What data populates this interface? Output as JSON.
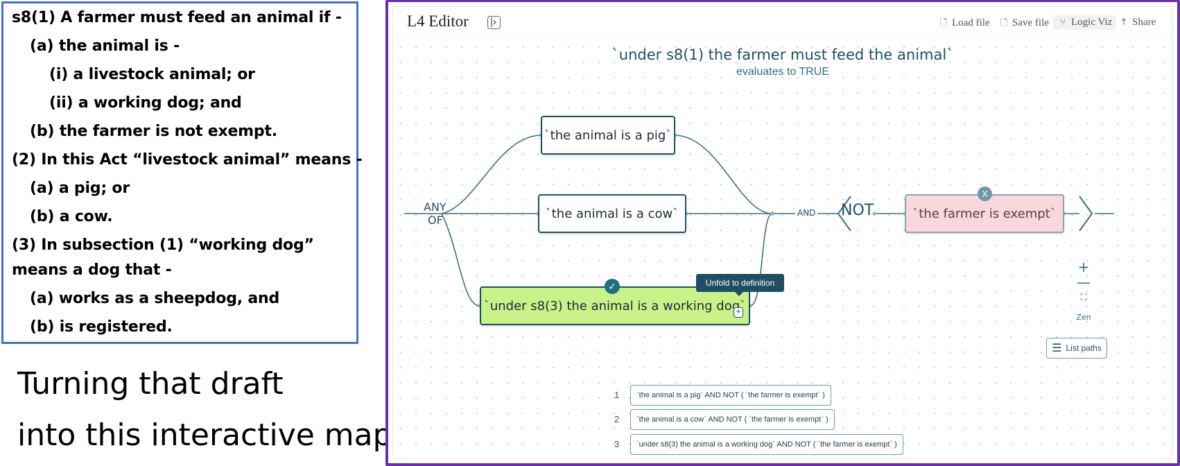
{
  "statute": {
    "lines": [
      "s8(1) A farmer must feed an animal if -",
      "(a) the animal is -",
      "(i) a livestock animal; or",
      "(ii) a working dog; and",
      "(b) the farmer is not exempt.",
      "(2) In this Act “livestock animal” means -",
      "(a) a pig; or",
      "(b) a cow.",
      "(3) In subsection (1) “working dog”",
      "means a dog that -",
      "(a) works as a sheepdog, and",
      "(b) is registered."
    ]
  },
  "caption": {
    "line1": "Turning that draft",
    "line2": "into this interactive map –"
  },
  "editor": {
    "title": "L4 Editor",
    "toolbar": {
      "load_file": "Load file",
      "save_file": "Save file",
      "logic_viz": "Logic Viz",
      "share": "Share"
    },
    "viz": {
      "title": "`under s8(1) the farmer must feed the animal`",
      "subtitle": "evaluates to TRUE",
      "any_label": "ANY",
      "of_label": "OF",
      "and_label": "AND",
      "not_label": "NOT",
      "nodes": {
        "pig": "`the animal is a pig`",
        "cow": "`the animal is a cow`",
        "dog": "`under s8(3) the animal is a working dog`",
        "exempt": "`the farmer is exempt`"
      },
      "check_mark": "✓",
      "x_mark": "X",
      "unfold_plus": "+",
      "tooltip": "Unfold to definition",
      "zoom_in": "+",
      "zoom_out": "—",
      "fit_view": "⛶",
      "zen": "Zen",
      "list_paths": "List paths",
      "paths": [
        {
          "num": "1",
          "text": "`the animal is a pig` AND NOT ( `the farmer is exempt` )"
        },
        {
          "num": "2",
          "text": "`the animal is a cow` AND NOT ( `the farmer is exempt` )"
        },
        {
          "num": "3",
          "text": "`under s8(3) the animal is a working dog` AND NOT ( `the farmer is exempt` )"
        }
      ]
    },
    "colors": {
      "frame": "#6a2fa3",
      "node_border": "#1f4e63",
      "true_fill": "#c9f28a",
      "false_fill": "#f9d7dd"
    }
  }
}
